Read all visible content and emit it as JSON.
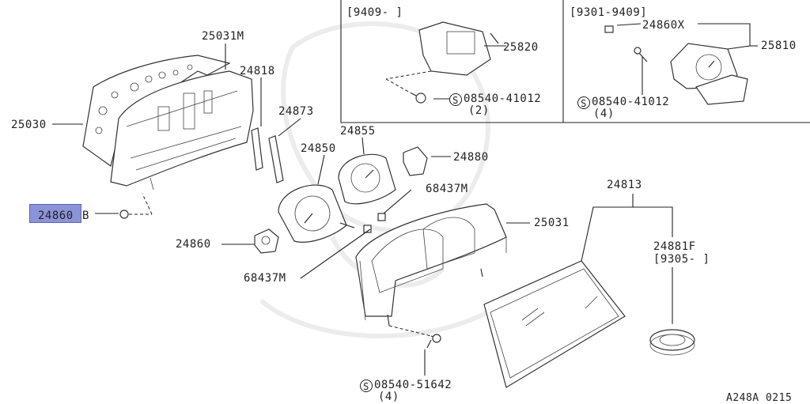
{
  "labels": {
    "p25031M": "25031M",
    "p25030": "25030",
    "p24818": "24818",
    "p24873": "24873",
    "p24855": "24855",
    "p24850": "24850",
    "p24880": "24880",
    "p68437M_top": "68437M",
    "p24860B": "24860",
    "p24860B_suffix": "B",
    "p24860": "24860",
    "p68437M_bottom": "68437M",
    "p25031": "25031",
    "p24813": "24813",
    "p24881F": "24881F",
    "p24881F_range": "[9305-       ]",
    "p25820": "25820",
    "p25820_range": "[9409-     ]",
    "p25810": "25810",
    "p25810_range": "[9301-9409]",
    "p24860X": "24860X",
    "screw_right": "08540-41012",
    "screw_right_qty": "(2)",
    "screw_far": "08540-41012",
    "screw_far_qty": "(4)",
    "screw_bottom": "08540-51642",
    "screw_bottom_qty": "(4)",
    "screw_symbol": "S",
    "fig_code": "A248A 0215"
  },
  "colors": {
    "line": "#222222",
    "highlight": "#8c94d8"
  }
}
